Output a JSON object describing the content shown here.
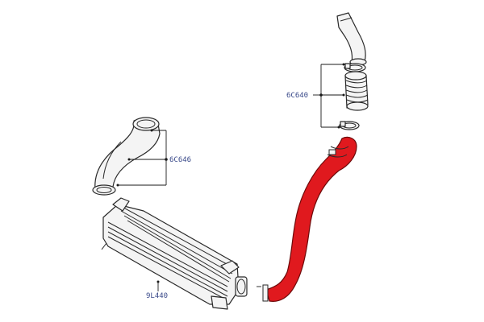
{
  "colors": {
    "highlight": "#e0191e",
    "highlight_stroke": "#6e0a0a",
    "outline": "#2a2a2a",
    "label": "#3a4a8a"
  },
  "parts": [
    {
      "id": "upper-air-tube"
    },
    {
      "id": "upper-clamp"
    },
    {
      "id": "upper-coupler-hose"
    },
    {
      "id": "lower-clamp"
    },
    {
      "id": "intercooler-outlet-pipe",
      "highlighted": true
    },
    {
      "id": "intercooler-inlet-hose"
    },
    {
      "id": "intercooler"
    }
  ],
  "callouts": {
    "hose_upper": "6C640",
    "hose_left": "6C646",
    "intercooler": "9L440"
  }
}
